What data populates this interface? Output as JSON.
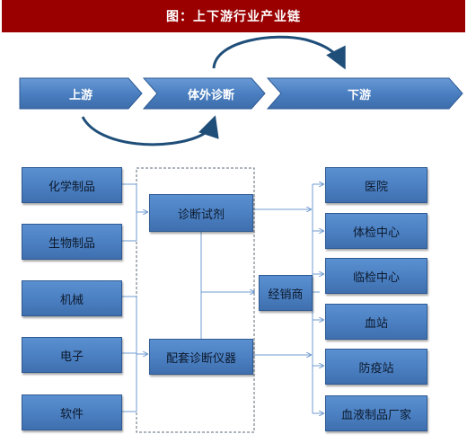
{
  "title": "图：上下游行业产业链",
  "stages": {
    "upstream": "上游",
    "midstream": "体外诊断",
    "downstream": "下游"
  },
  "inputs": [
    "化学制品",
    "生物制品",
    "机械",
    "电子",
    "软件"
  ],
  "middle": {
    "reagent": "诊断试剂",
    "instrument": "配套诊断仪器"
  },
  "distributor": "经销商",
  "outputs": [
    "医院",
    "体检中心",
    "临检中心",
    "血站",
    "防疫站",
    "血液制品厂家"
  ],
  "colors": {
    "title_bg": "#9b0000",
    "box_fill": "#4a7fc1",
    "arrow_line": "#6f9bd0",
    "curve_arrow": "#1f4e79"
  }
}
